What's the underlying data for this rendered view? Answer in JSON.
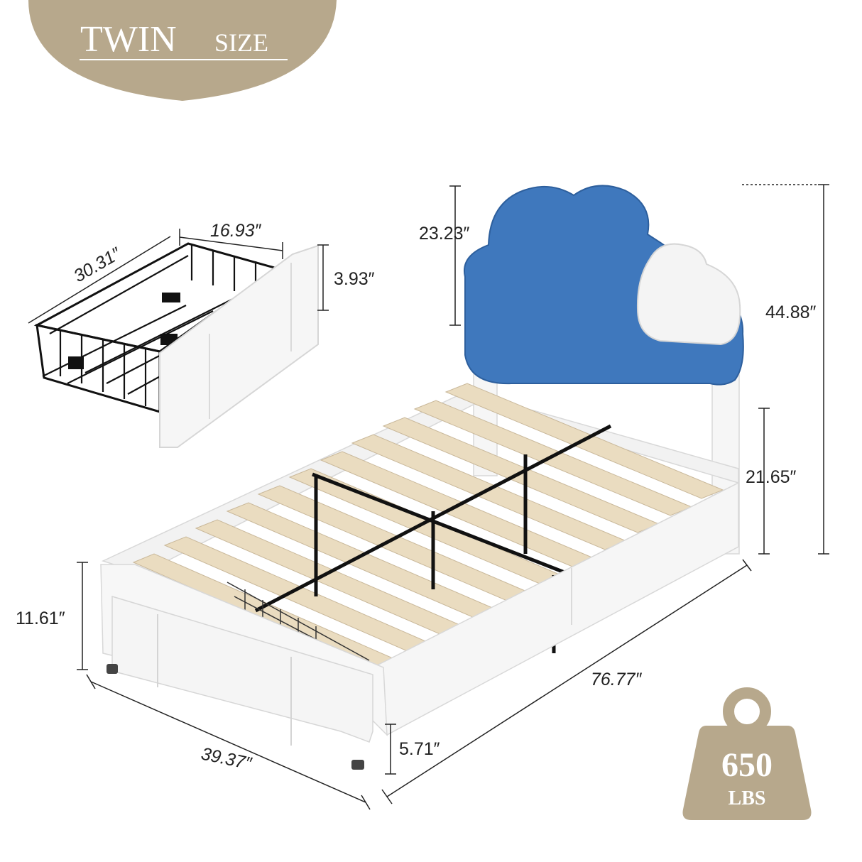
{
  "badge": {
    "title_main": "TWIN",
    "title_sub": "SIZE"
  },
  "drawer_dims": {
    "width": "16.93″",
    "depth": "30.31″",
    "height": "3.93″"
  },
  "bed_dims": {
    "headboard_height": "23.23″",
    "total_height": "44.88″",
    "headboard_leg_height": "21.65″",
    "side_height": "11.61″",
    "length": "76.77″",
    "width": "39.37″",
    "clearance": "5.71″"
  },
  "weight": {
    "value": "650",
    "unit": "LBS"
  },
  "colors": {
    "badge": "#b7a88c",
    "headboard": "#3f78bd",
    "cloud": "#f4f4f4",
    "frame": "#f7f7f7",
    "slat": "#eadcc0",
    "metal": "#111111"
  }
}
